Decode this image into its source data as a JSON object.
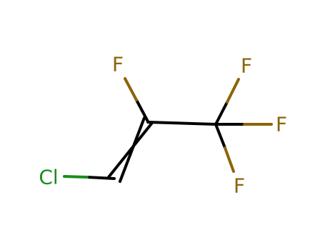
{
  "colors": {
    "background": "#ffffff",
    "bond": "#000000",
    "fluorine": "#8b6508",
    "chlorine": "#1a8c1a"
  },
  "atoms": {
    "chlorine": {
      "symbol": "Cl"
    },
    "fluorine_c2": {
      "symbol": "F"
    },
    "fluorine_cf3_top": {
      "symbol": "F"
    },
    "fluorine_cf3_right": {
      "symbol": "F"
    },
    "fluorine_cf3_bottom": {
      "symbol": "F"
    }
  }
}
